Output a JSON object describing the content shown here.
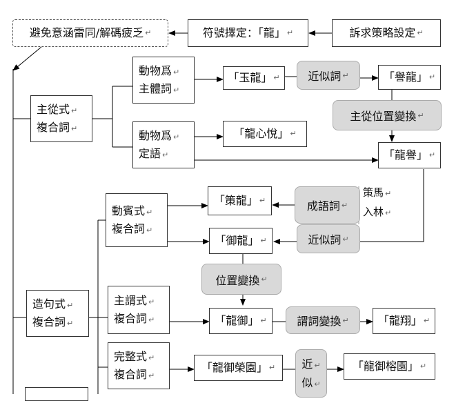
{
  "top_row": {
    "avoid_box": "避免意涵雷同/解碼疲乏",
    "symbol_box": "符號擇定：「龍」",
    "strategy_box": "訴求策略設定"
  },
  "subordinate_group": {
    "label_line1": "主從式",
    "label_line2": "複合詞",
    "animal_main_line1": "動物爲",
    "animal_main_line2": "主體詞",
    "animal_modifier_line1": "動物爲",
    "animal_modifier_line2": "定語",
    "jade_dragon": "「玉龍」",
    "reputation_dragon": "「譽龍」",
    "dragon_heart": "「龍心悅」",
    "dragon_reputation": "「龍譽」",
    "synonym_pill": "近似詞",
    "position_swap_pill": "主從位置變換"
  },
  "verb_object_group": {
    "label_line1": "動賓式",
    "label_line2": "複合詞",
    "whip_dragon": "「策龍」",
    "ride_dragon": "「御龍」",
    "idiom_pill": "成語詞",
    "synonym_pill": "近似詞",
    "idiom_line1": "策馬",
    "idiom_line2": "入林"
  },
  "sentence_group": {
    "label_line1": "造句式",
    "label_line2": "複合詞",
    "position_pill": "位置變換",
    "subject_pred_line1": "主謂式",
    "subject_pred_line2": "複合詞",
    "dragon_ride": "「龍御」",
    "predicate_pill": "謂詞變換",
    "dragon_soar": "「龍翔」",
    "complete_line1": "完整式",
    "complete_line2": "複合詞",
    "dragon_ride_glory": "「龍御榮園」",
    "similar_pill_line1": "近",
    "similar_pill_line2": "似",
    "dragon_ride_banyan": "「龍御榕園」"
  },
  "colors": {
    "line": "#000000",
    "pill_fill": "#d9d9d9",
    "box_border": "#333333"
  }
}
